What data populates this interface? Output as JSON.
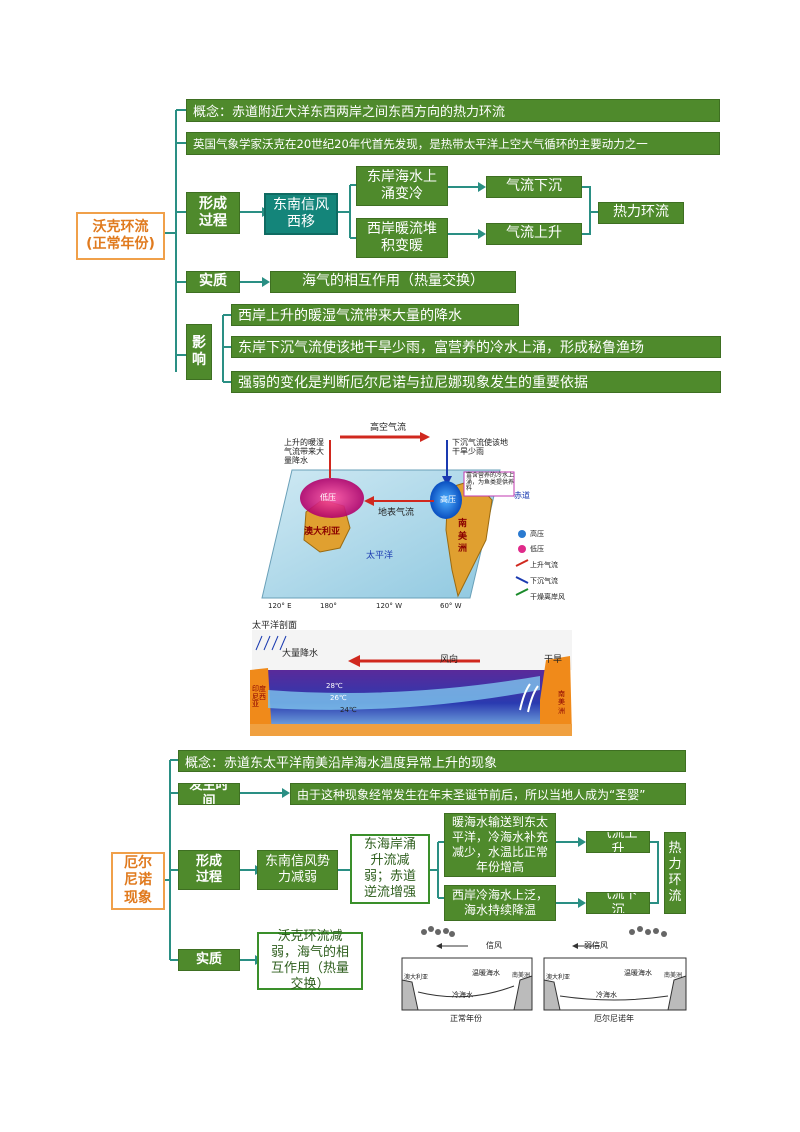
{
  "walker": {
    "title": "沃克环流（正常年份）",
    "title_l1": "沃克环流",
    "title_l2": "(正常年份)",
    "concept": "概念：赤道附近大洋东西两岸之间东西方向的热力环流",
    "discovery": "英国气象学家沃克在20世纪20年代首先发现，是热带太平洋上空大气循环的主要动力之一",
    "formation_label": "形成过程",
    "trade_wind": "东南信风西移",
    "east_coast": "东岸海水上涌变冷",
    "west_coast": "西岸暖流堆积变暖",
    "sink": "气流下沉",
    "rise": "气流上升",
    "thermal": "热力环流",
    "essence_label": "实质",
    "essence": "海气的相互作用（热量交换）",
    "impact_label": "影响",
    "impacts": [
      "西岸上升的暖湿气流带来大量的降水",
      "东岸下沉气流使该地干旱少雨，富营养的冷水上涌，形成秘鲁渔场",
      "强弱的变化是判断厄尔尼诺与拉尼娜现象发生的重要依据"
    ]
  },
  "map": {
    "upper_flow": "高空气流",
    "surface_flow": "地表气流",
    "west_note": "上升的暖湿气流带来大量降水",
    "east_note": "下沉气流使该地干旱少雨",
    "nutrient_note": "富含营养的冷水上涌，为鱼类提供养料",
    "australia": "澳大利亚",
    "south_america": "南美洲",
    "ocean": "太平洋",
    "equator": "赤道",
    "low_label": "低压",
    "high_label": "高压",
    "ticks": [
      "120° E",
      "180°",
      "120° W",
      "60° W"
    ],
    "legend": [
      "高压",
      "低压",
      "上升气流",
      "下沉气流",
      "干燥离岸风"
    ]
  },
  "section": {
    "title": "太平洋剖面",
    "rain": "大量降水",
    "wind": "风向",
    "dry": "干旱",
    "indonesia": "印度尼西亚",
    "peru": "南美洲",
    "temps": [
      "28℃",
      "26℃",
      "24℃"
    ]
  },
  "elnino": {
    "title_l1": "厄尔",
    "title_l2": "尼诺",
    "title_l3": "现象",
    "concept": "概念：赤道东太平洋南美沿岸海水温度异常上升的现象",
    "time_label": "发生时间",
    "time": "由于这种现象经常发生在年末圣诞节前后，所以当地人成为“圣婴”",
    "formation_label": "形成过程",
    "trade_wind": "东南信风势力减弱",
    "upwelling": "东海岸涌升流减弱；赤道逆流增强",
    "warm_east": "暖海水输送到东太平洋，冷海水补充减少，水温比正常年份增高",
    "west_cool": "西岸冷海水上泛，海水持续降温",
    "rise": "气流上升",
    "sink": "气流下沉",
    "thermal": "热力环流",
    "essence_label": "实质",
    "essence": "沃克环流减弱，海气的相互作用（热量交换）"
  },
  "diagrams": {
    "normal": {
      "caption": "正常年份",
      "wind": "信风",
      "warm": "温暖海水",
      "cold": "冷海水",
      "left": "澳大利亚",
      "right": "南美洲"
    },
    "elnino": {
      "caption": "厄尔尼诺年",
      "wind": "弱信风",
      "warm": "温暖海水",
      "cold": "冷海水",
      "left": "澳大利亚",
      "right": "南美洲"
    }
  },
  "colors": {
    "green": "#4f8a2c",
    "teal": "#14857a",
    "orange": "#f0a04a",
    "connector": "#1f8f83"
  }
}
